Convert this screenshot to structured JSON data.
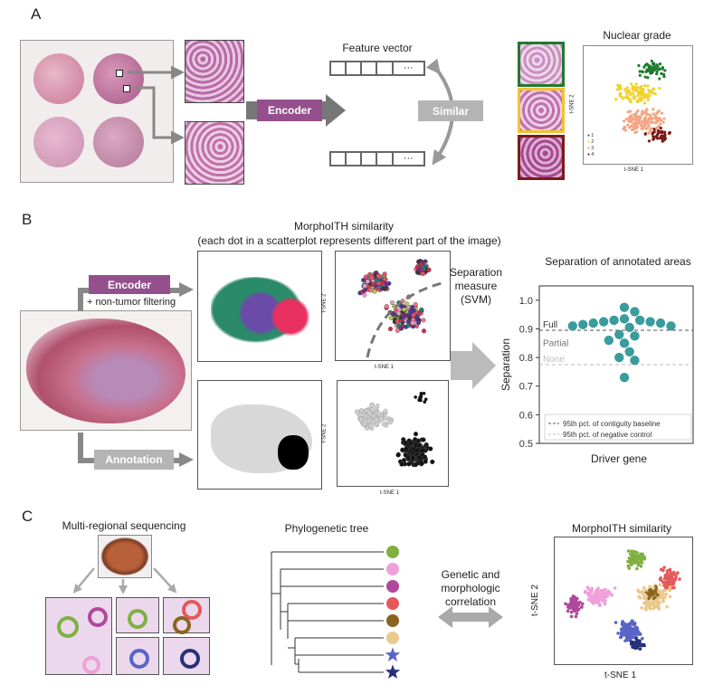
{
  "panel_a": {
    "letter": "A",
    "feature_vector_label": "Feature vector",
    "encoder_label": "Encoder",
    "similar_label": "Similar",
    "ellipsis": "···",
    "nuclear_grade_title": "Nuclear grade",
    "tsne_x": "t-SNE 1",
    "tsne_y": "t-SNE 2",
    "legend": [
      "1",
      "2",
      "3",
      "4"
    ]
  },
  "panel_b": {
    "letter": "B",
    "title_line1": "MorphoITH similarity",
    "title_line2": "(each dot in a scatterplot represents different part of the image)",
    "encoder_label": "Encoder",
    "filter_label": "+ non-tumor filtering",
    "annotation_label": "Annotation",
    "separation_measure_line1": "Separation",
    "separation_measure_line2": "measure",
    "separation_measure_line3": "(SVM)",
    "tsne_x": "t-SNE 1",
    "tsne_y": "t-SNE 2"
  },
  "panel_c": {
    "letter": "C",
    "multi_regional_label": "Multi-regional sequencing",
    "phylo_label": "Phylogenetic tree",
    "correlation_line1": "Genetic and",
    "correlation_line2": "morphologic",
    "correlation_line3": "correlation",
    "morpho_label": "MorphoITH similarity",
    "tsne_x": "t-SNE 1",
    "tsne_y": "t-SNE 2"
  },
  "chart_data": {
    "type": "scatter",
    "title": "Separation of annotated areas",
    "xlabel": "Driver gene",
    "ylabel": "Separation",
    "ylim": [
      0.5,
      1.05
    ],
    "yticks": [
      "0.5",
      "0.6",
      "0.7",
      "0.8",
      "0.9",
      "1.0"
    ],
    "points": [
      0.975,
      0.96,
      0.935,
      0.93,
      0.93,
      0.925,
      0.925,
      0.92,
      0.92,
      0.915,
      0.91,
      0.91,
      0.905,
      0.88,
      0.875,
      0.86,
      0.85,
      0.82,
      0.8,
      0.79,
      0.73
    ],
    "reference_lines": [
      {
        "label": "Full",
        "value": 0.895,
        "legend": "95th pct. of contiguity baseline",
        "style": "dashed",
        "color": "#555555"
      },
      {
        "label": "None",
        "value": 0.775,
        "legend": "95th pct. of negative control",
        "style": "dashed",
        "color": "#bbbbbb"
      }
    ],
    "region_label_partial": "Partial",
    "point_color": "#3a9c9c"
  },
  "colors": {
    "purple": "#94508c",
    "gray_button": "#b4b4b4",
    "teal": "#3a9c9c",
    "grade1": "#1e7a2e",
    "grade2": "#f2d22e",
    "grade3": "#f4a582",
    "grade4": "#7a1a1a"
  },
  "phylo_leaves": [
    {
      "color": "#7fb041",
      "shape": "circle"
    },
    {
      "color": "#f0a0d8",
      "shape": "circle"
    },
    {
      "color": "#b0489c",
      "shape": "circle"
    },
    {
      "color": "#e4585c",
      "shape": "circle"
    },
    {
      "color": "#8b6520",
      "shape": "circle"
    },
    {
      "color": "#ebc98c",
      "shape": "circle"
    },
    {
      "color": "#5a64c8",
      "shape": "star"
    },
    {
      "color": "#28307a",
      "shape": "star"
    }
  ]
}
